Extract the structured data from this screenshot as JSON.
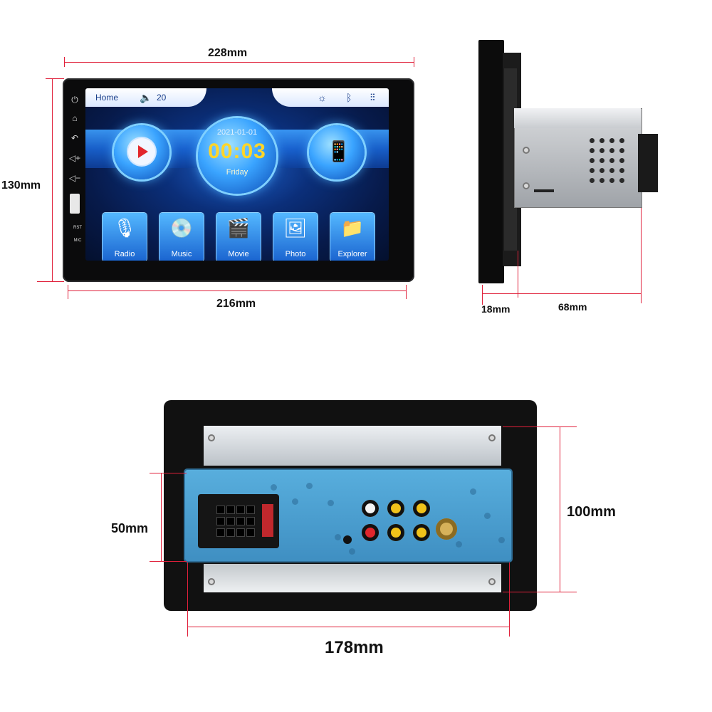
{
  "dimensions": {
    "front_width": "228mm",
    "front_screen_width": "216mm",
    "front_height": "130mm",
    "side_bezel_depth": "18mm",
    "side_body_depth": "68mm",
    "rear_height_small": "50mm",
    "rear_height_large": "100mm",
    "rear_width": "178mm"
  },
  "screen": {
    "status_home": "Home",
    "volume": "20",
    "date": "2021-01-01",
    "time": "00:03",
    "day": "Friday",
    "apps": [
      {
        "label": "Radio",
        "icon": "radio-icon"
      },
      {
        "label": "Music",
        "icon": "music-icon"
      },
      {
        "label": "Movie",
        "icon": "movie-icon"
      },
      {
        "label": "Photo",
        "icon": "photo-icon"
      },
      {
        "label": "Explorer",
        "icon": "explorer-icon"
      }
    ]
  },
  "side_panel": {
    "rst_label": "RST",
    "mic_label": "MIC"
  },
  "colors": {
    "dimension_line": "#e0203a",
    "clock_text": "#ffd52a",
    "screen_blue": "#1a66d6"
  }
}
